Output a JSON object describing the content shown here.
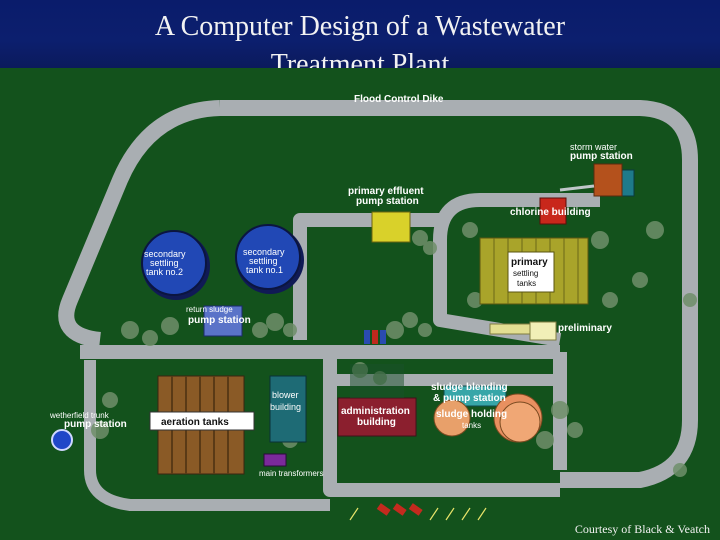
{
  "title": {
    "line1": "A Computer Design of a Wastewater",
    "line2": "Treatment Plant"
  },
  "labels": {
    "flood_dike": "Flood Control Dike",
    "storm_small": "storm water",
    "storm_big": "pump station",
    "primary_effluent_1": "primary effluent",
    "primary_effluent_2": "pump station",
    "chlorine": "chlorine building",
    "primary_1": "primary",
    "primary_2": "settling",
    "primary_3": "tanks",
    "preliminary": "preliminary",
    "sec2_1": "secondary",
    "sec2_2": "settling",
    "sec2_3": "tank no.2",
    "sec1_1": "secondary",
    "sec1_2": "settling",
    "sec1_3": "tank no.1",
    "return_small": "return sludge",
    "return_big": "pump station",
    "blower_1": "blower",
    "blower_2": "building",
    "admin_1": "administration",
    "admin_2": "building",
    "sludge_blend_1": "sludge blending",
    "sludge_blend_2": "& pump station",
    "sludge_hold_1": "sludge holding",
    "sludge_hold_2": "tanks",
    "aeration": "aeration tanks",
    "wethering_small": "wetherfield trunk",
    "wethering_big": "pump station",
    "transformers": "main transformers"
  },
  "credit": "Courtesy of Black & Veatch",
  "colors": {
    "background": "#0b1a5c",
    "grass": "#13521c",
    "road": "#a9aeb2"
  }
}
